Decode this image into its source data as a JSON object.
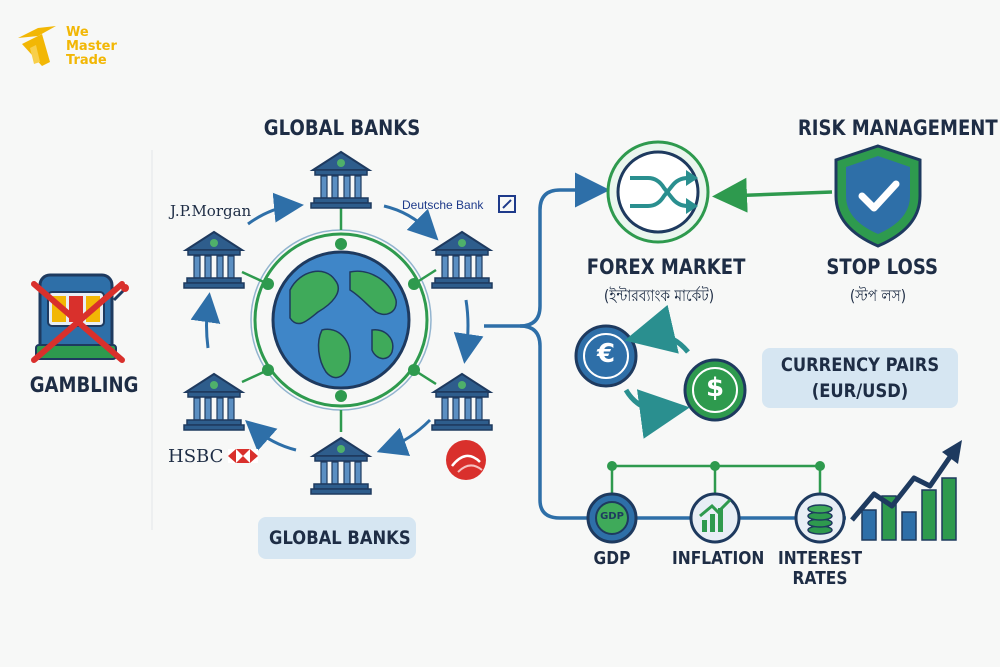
{
  "brand": {
    "line1": "We",
    "line2": "Master",
    "line3": "Trade"
  },
  "gambling": {
    "label": "GAMBLING"
  },
  "banks": {
    "top_title": "GLOBAL BANKS",
    "bottom_title": "GLOBAL BANKS",
    "names": {
      "jpmorgan": "J.P.Morgan",
      "deutsche": "Deutsche Bank",
      "hsbc": "HSBC"
    }
  },
  "forex": {
    "title": "FOREX MARKET",
    "subtitle": "(ইন্টারব্যাংক মার্কেট)"
  },
  "risk": {
    "title": "RISK MANAGEMENT",
    "stop_loss": "STOP LOSS",
    "stop_loss_sub": "(স্টপ লস)"
  },
  "currency": {
    "line1": "CURRENCY PAIRS",
    "line2": "(EUR/USD)",
    "euro_symbol": "€",
    "dollar_symbol": "$"
  },
  "indicators": {
    "gdp": "GDP",
    "gdp_badge": "GDP",
    "inflation": "INFLATION",
    "interest_line1": "INTEREST",
    "interest_line2": "RATES"
  },
  "colors": {
    "navy": "#1e3a5f",
    "green": "#2e9a4e",
    "blue": "#2e6fa8",
    "yellow": "#f2b705",
    "red": "#d9302c"
  }
}
